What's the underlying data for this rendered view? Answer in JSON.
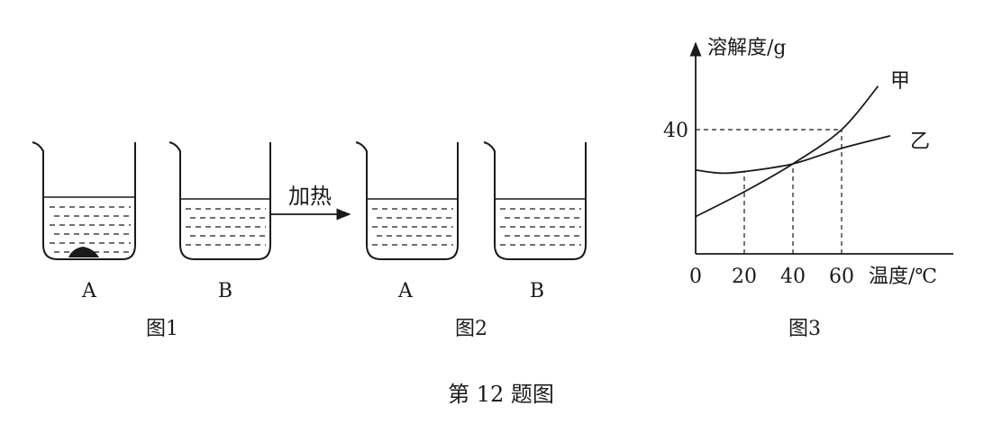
{
  "figure1": {
    "caption": "图1",
    "beakers": [
      {
        "label": "A",
        "has_solid": true
      },
      {
        "label": "B",
        "has_solid": false
      }
    ]
  },
  "arrow_label": "加热",
  "figure2": {
    "caption": "图2",
    "beakers": [
      {
        "label": "A",
        "has_solid": false
      },
      {
        "label": "B",
        "has_solid": false
      }
    ]
  },
  "figure3": {
    "caption": "图3",
    "chart_data": {
      "type": "line",
      "ylabel": "溶解度/g",
      "xlabel": "温度/℃",
      "x_ticks": [
        "0",
        "20",
        "40",
        "60"
      ],
      "y_ticks": [
        "40"
      ],
      "series": [
        {
          "name": "甲",
          "x": [
            0,
            20,
            40,
            60,
            75
          ],
          "y": [
            12,
            20,
            29,
            40,
            54
          ]
        },
        {
          "name": "乙",
          "x": [
            0,
            10,
            20,
            40,
            60,
            80
          ],
          "y": [
            27,
            26,
            26.5,
            29,
            34,
            38
          ]
        }
      ],
      "guides": [
        {
          "x": 20
        },
        {
          "x": 40
        },
        {
          "x": 60,
          "y": 40
        }
      ]
    }
  },
  "caption_main": "第 12 题图"
}
